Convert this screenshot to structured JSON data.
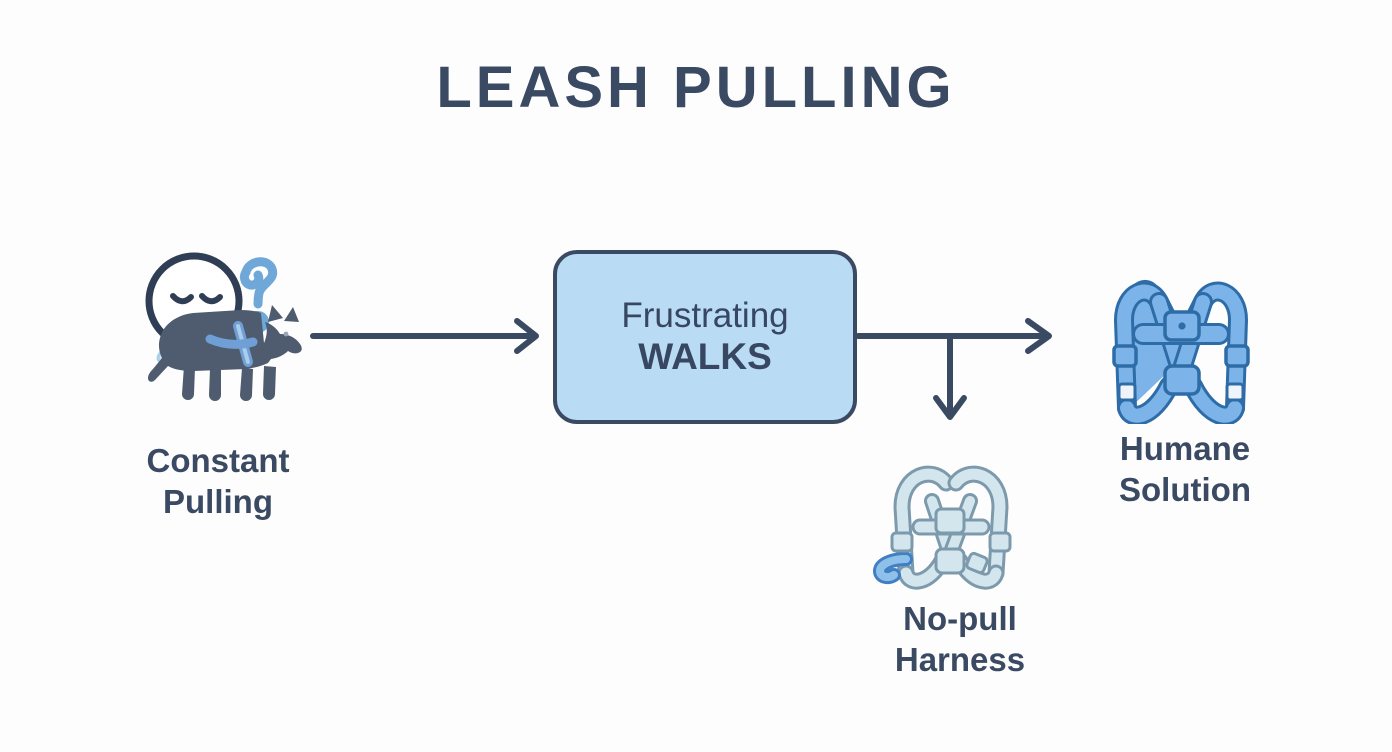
{
  "diagram": {
    "title": "LEASH PULLING",
    "background_color": "#fdfdfd",
    "accent_dark": "#3b4a63",
    "accent_blue": "#7cb3e8",
    "box_fill": "#b9dbf4",
    "nodes": {
      "problem": {
        "icon": "sad-person-with-pulling-dog-icon",
        "label_line1": "Constant",
        "label_line2": "Pulling"
      },
      "center": {
        "line1": "Frustrating",
        "line2": "WALKS"
      },
      "solution": {
        "icon": "blue-dog-harness-icon",
        "label_line1": "Humane",
        "label_line2": "Solution"
      },
      "product": {
        "icon": "no-pull-harness-icon",
        "label_line1": "No-pull",
        "label_line2": "Harness"
      }
    },
    "connectors": [
      {
        "name": "problem-to-center",
        "direction": "right"
      },
      {
        "name": "center-to-solution",
        "direction": "right"
      },
      {
        "name": "center-to-product",
        "direction": "down"
      }
    ]
  }
}
